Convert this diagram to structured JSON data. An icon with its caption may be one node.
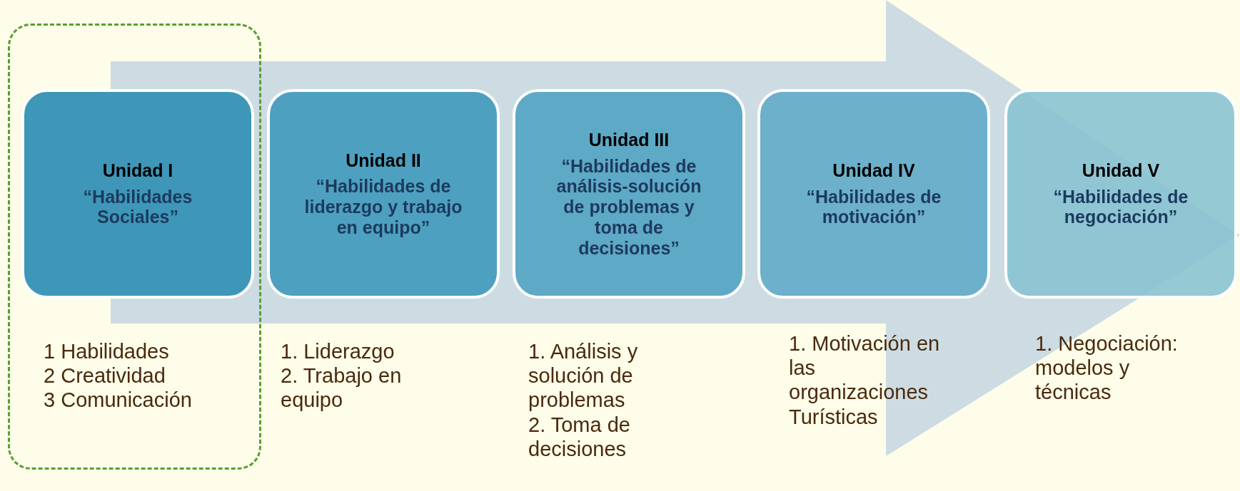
{
  "diagram": {
    "nodes": [
      {
        "text": [],
        "shape": "box"
      },
      {
        "text": [
          "Unidad I",
          "“Habilidades Sociales”"
        ],
        "in": 0,
        "beside": [
          "1 Habilidades",
          "2 Creatividad",
          "3 Comunicación"
        ]
      },
      {
        "text": [
          "Unidad II",
          "“Habilidades de liderazgo y trabajo en equipo”"
        ],
        "beside": [
          "1. Liderazgo",
          "2. Trabajo en equipo"
        ]
      },
      {
        "text": [
          "Unidad III",
          "“Habilidades de análisis-solución de problemas y toma de decisiones”"
        ],
        "beside": [
          "1. Análisis y solución de problemas",
          "2. Toma de decisiones"
        ]
      },
      {
        "text": [
          "Unidad IV",
          "“Habilidades de motivación”"
        ],
        "beside": [
          "1. Motivación en las organizaciones Turísticas"
        ]
      },
      {
        "text": [
          "Unidad V",
          "“Habilidades de negociación”"
        ],
        "beside": [
          "1. Negociación: modelos y técnicas"
        ]
      }
    ],
    "edges": [
      {
        "from": 1,
        "to": 5,
        "arrow": "to"
      }
    ]
  }
}
